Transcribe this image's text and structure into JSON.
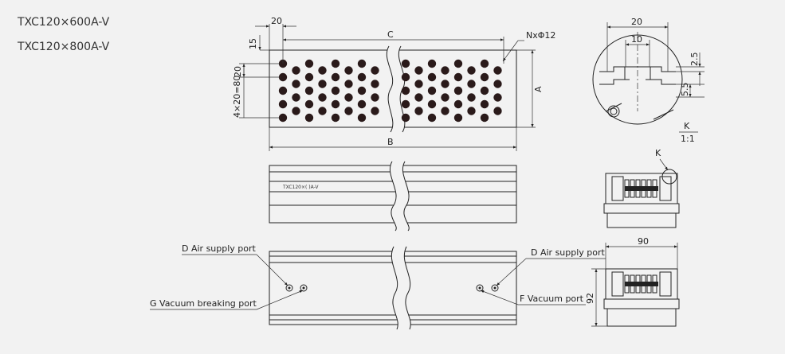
{
  "models": [
    "TXC120×600A-V",
    "TXC120×800A-V"
  ],
  "top_view": {
    "dims": {
      "top_20": "20",
      "c": "C",
      "hole": "NxΦ12",
      "left_15": "15",
      "left_20": "20",
      "left_pitch": "4×20=80",
      "a": "A",
      "b": "B"
    }
  },
  "detail_k": {
    "dims": {
      "w20": "20",
      "w10": "10",
      "h25": "2.5",
      "h55": "5.5"
    },
    "label": "K",
    "scale": "1:1"
  },
  "side_view": {
    "model_text": "TXC120×(    )A-V"
  },
  "end_view_top": {
    "k_label": "K"
  },
  "bottom_view": {
    "d_left": "D Air supply port",
    "g_left": "G Vacuum breaking port",
    "d_right": "D Air supply port",
    "f_right": "F Vacuum port"
  },
  "end_view_bottom": {
    "w90": "90",
    "h92": "92"
  },
  "colors": {
    "line": "#222222",
    "hole": "#2a1a1a",
    "bg": "#f2f2f2"
  }
}
